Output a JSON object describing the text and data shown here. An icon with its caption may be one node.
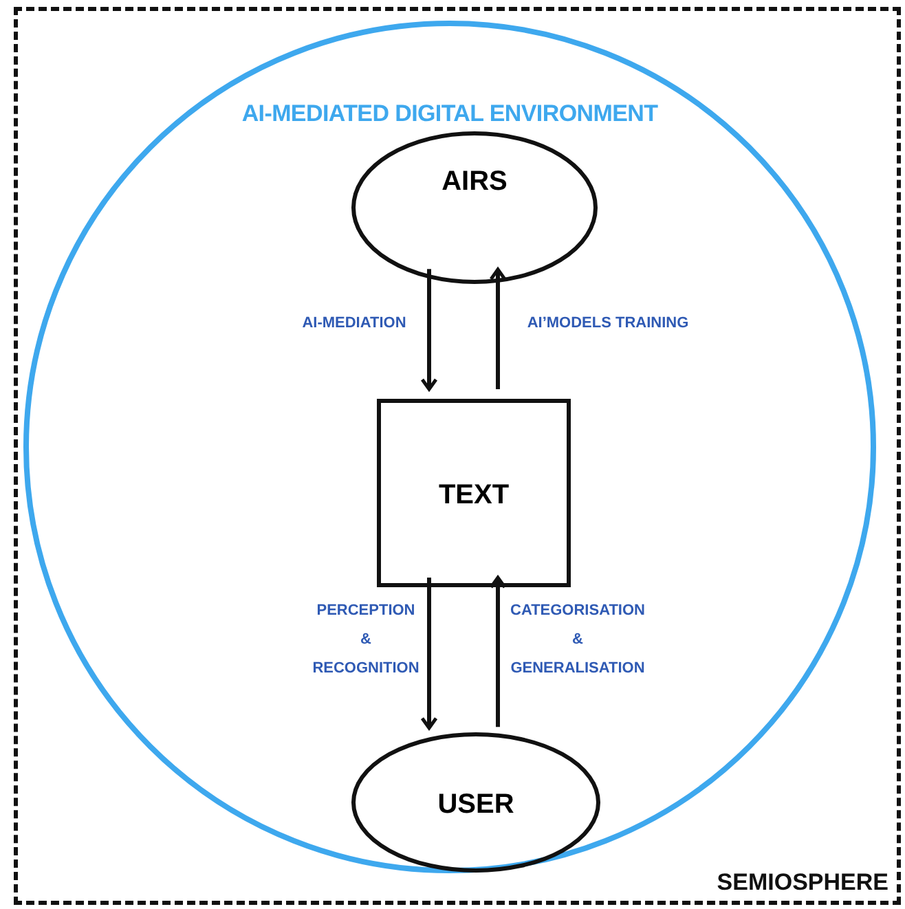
{
  "diagram": {
    "nodes": [
      {
        "text": [
          "SEMIOSPHERE"
        ]
      },
      {
        "text": [
          "AI-MEDIATED DIGITAL ENVIRONMENT"
        ],
        "in": 0
      },
      {
        "text": [
          "AIRS"
        ],
        "in": 1
      },
      {
        "text": [
          "TEXT"
        ],
        "in": 1
      },
      {
        "text": [
          "USER"
        ],
        "in": 1
      }
    ],
    "edges": [
      {
        "from": 2,
        "to": 3,
        "arrow": "to",
        "label": "AI-MEDIATION"
      },
      {
        "from": 3,
        "to": 2,
        "arrow": "to",
        "label": "AI’MODELS TRAINING"
      },
      {
        "from": 3,
        "to": 4,
        "arrow": "to",
        "label": "PERCEPTION & RECOGNITION"
      },
      {
        "from": 4,
        "to": 3,
        "arrow": "to",
        "label": "CATEGORISATION & GENERALISATION"
      }
    ]
  }
}
